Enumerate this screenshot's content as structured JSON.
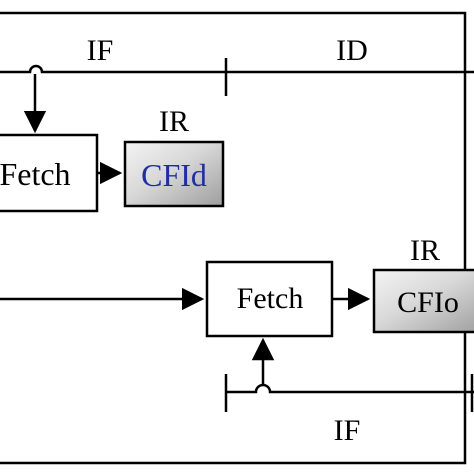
{
  "stage_labels": {
    "top_if": "IF",
    "top_id": "ID",
    "bottom_if": "IF"
  },
  "blocks": {
    "fetch_top": "Fetch",
    "fetch_bottom": "Fetch"
  },
  "registers": {
    "ir_top_label": "IR",
    "ir_top_value": "CFId",
    "ir_bottom_label": "IR",
    "ir_bottom_value": "CFIo"
  },
  "colors": {
    "line": "#000000",
    "register_fill_light": "#f2f2f2",
    "register_fill_dark": "#a6a6a6",
    "cfid_text": "#1f2fa0",
    "cfio_text": "#000000"
  }
}
